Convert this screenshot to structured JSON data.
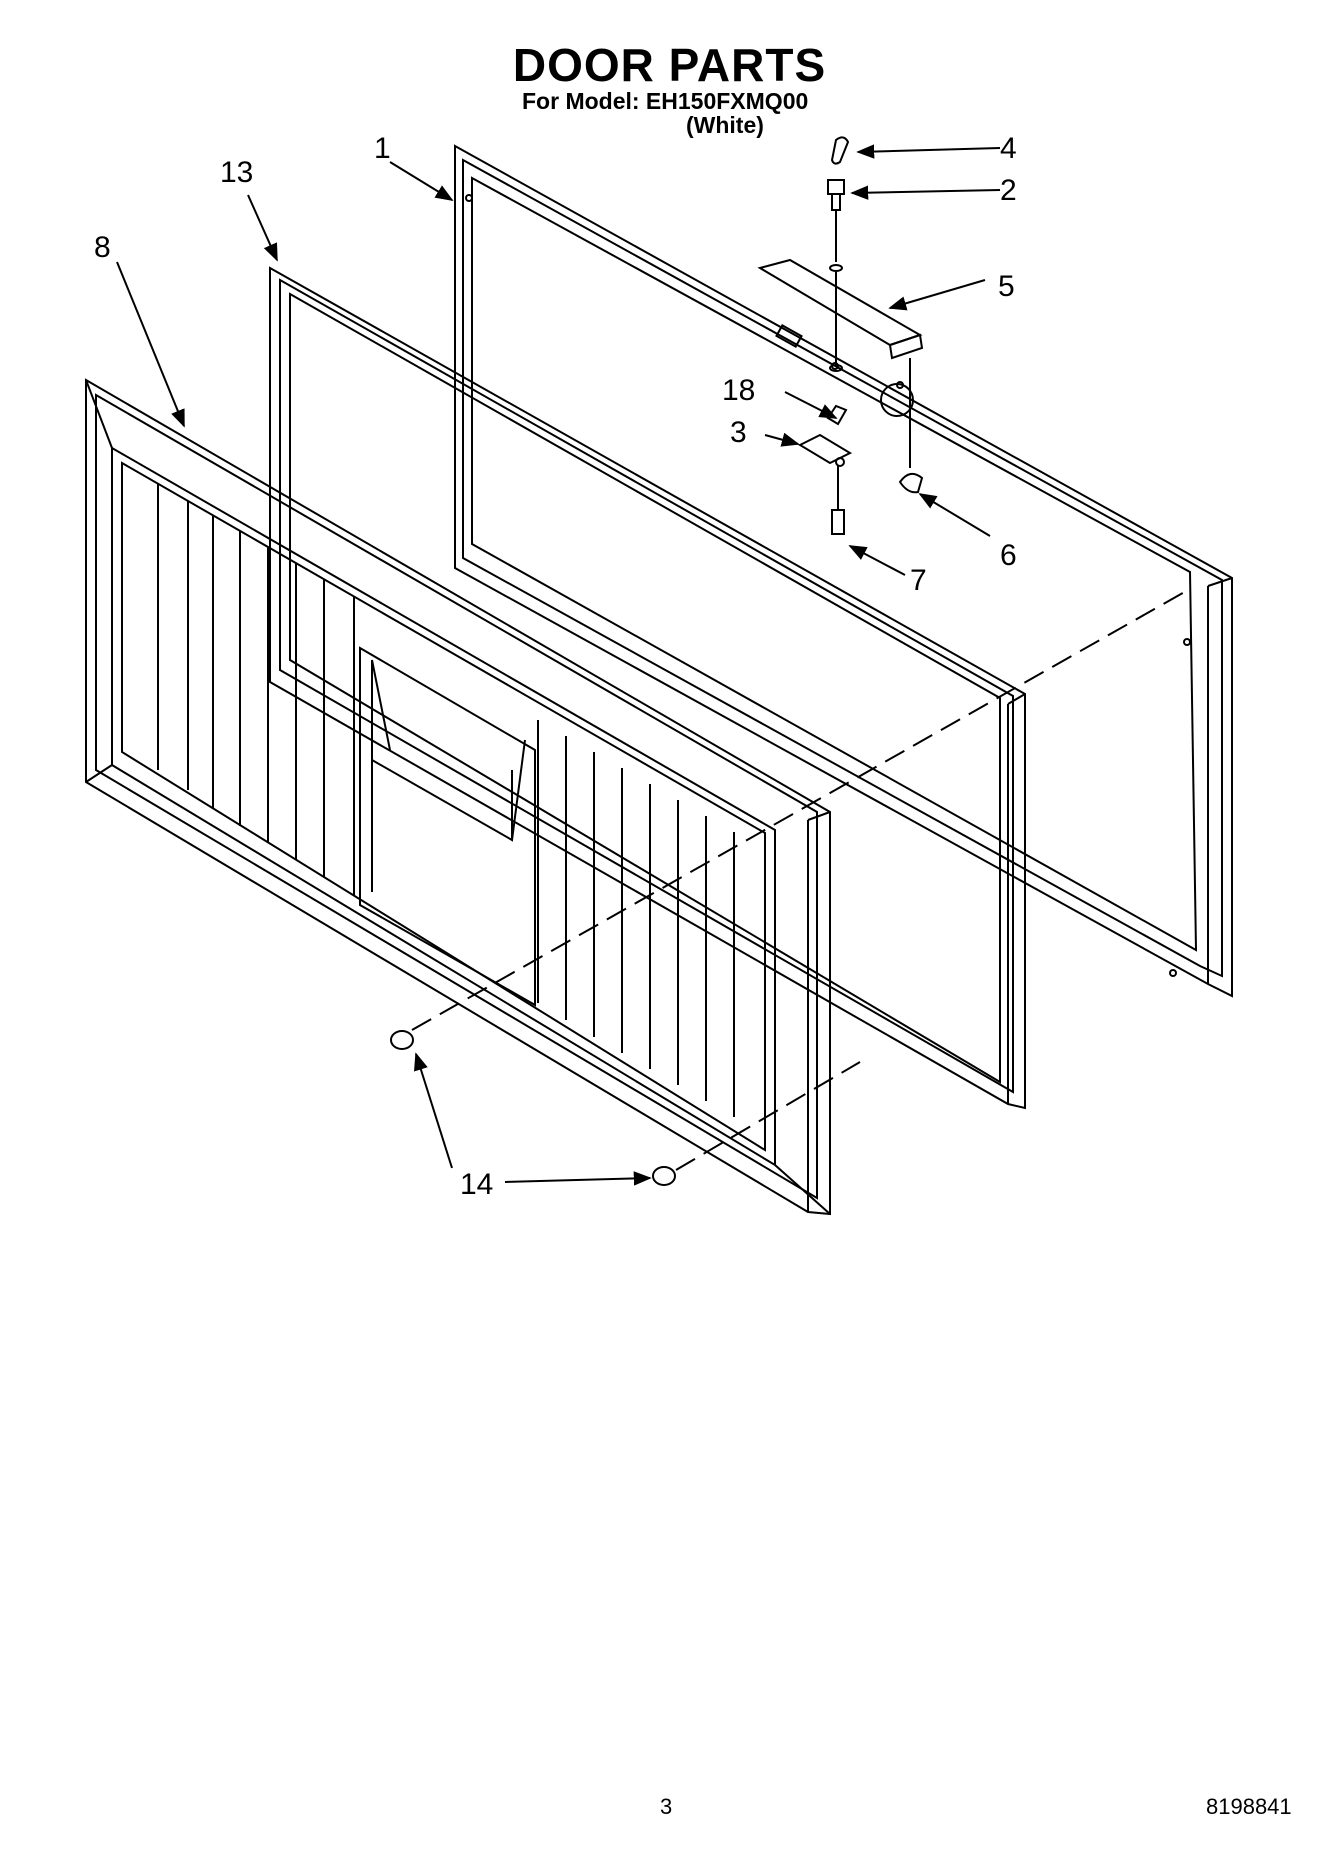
{
  "header": {
    "title": "DOOR PARTS",
    "model_line": "For Model: EH150FXMQ00",
    "color_line": "(White)"
  },
  "callouts": {
    "c1": "1",
    "c2": "2",
    "c3": "3",
    "c4": "4",
    "c5": "5",
    "c6": "6",
    "c7": "7",
    "c8": "8",
    "c13": "13",
    "c14": "14",
    "c18": "18"
  },
  "footer": {
    "page_number": "3",
    "document_number": "8198841"
  }
}
